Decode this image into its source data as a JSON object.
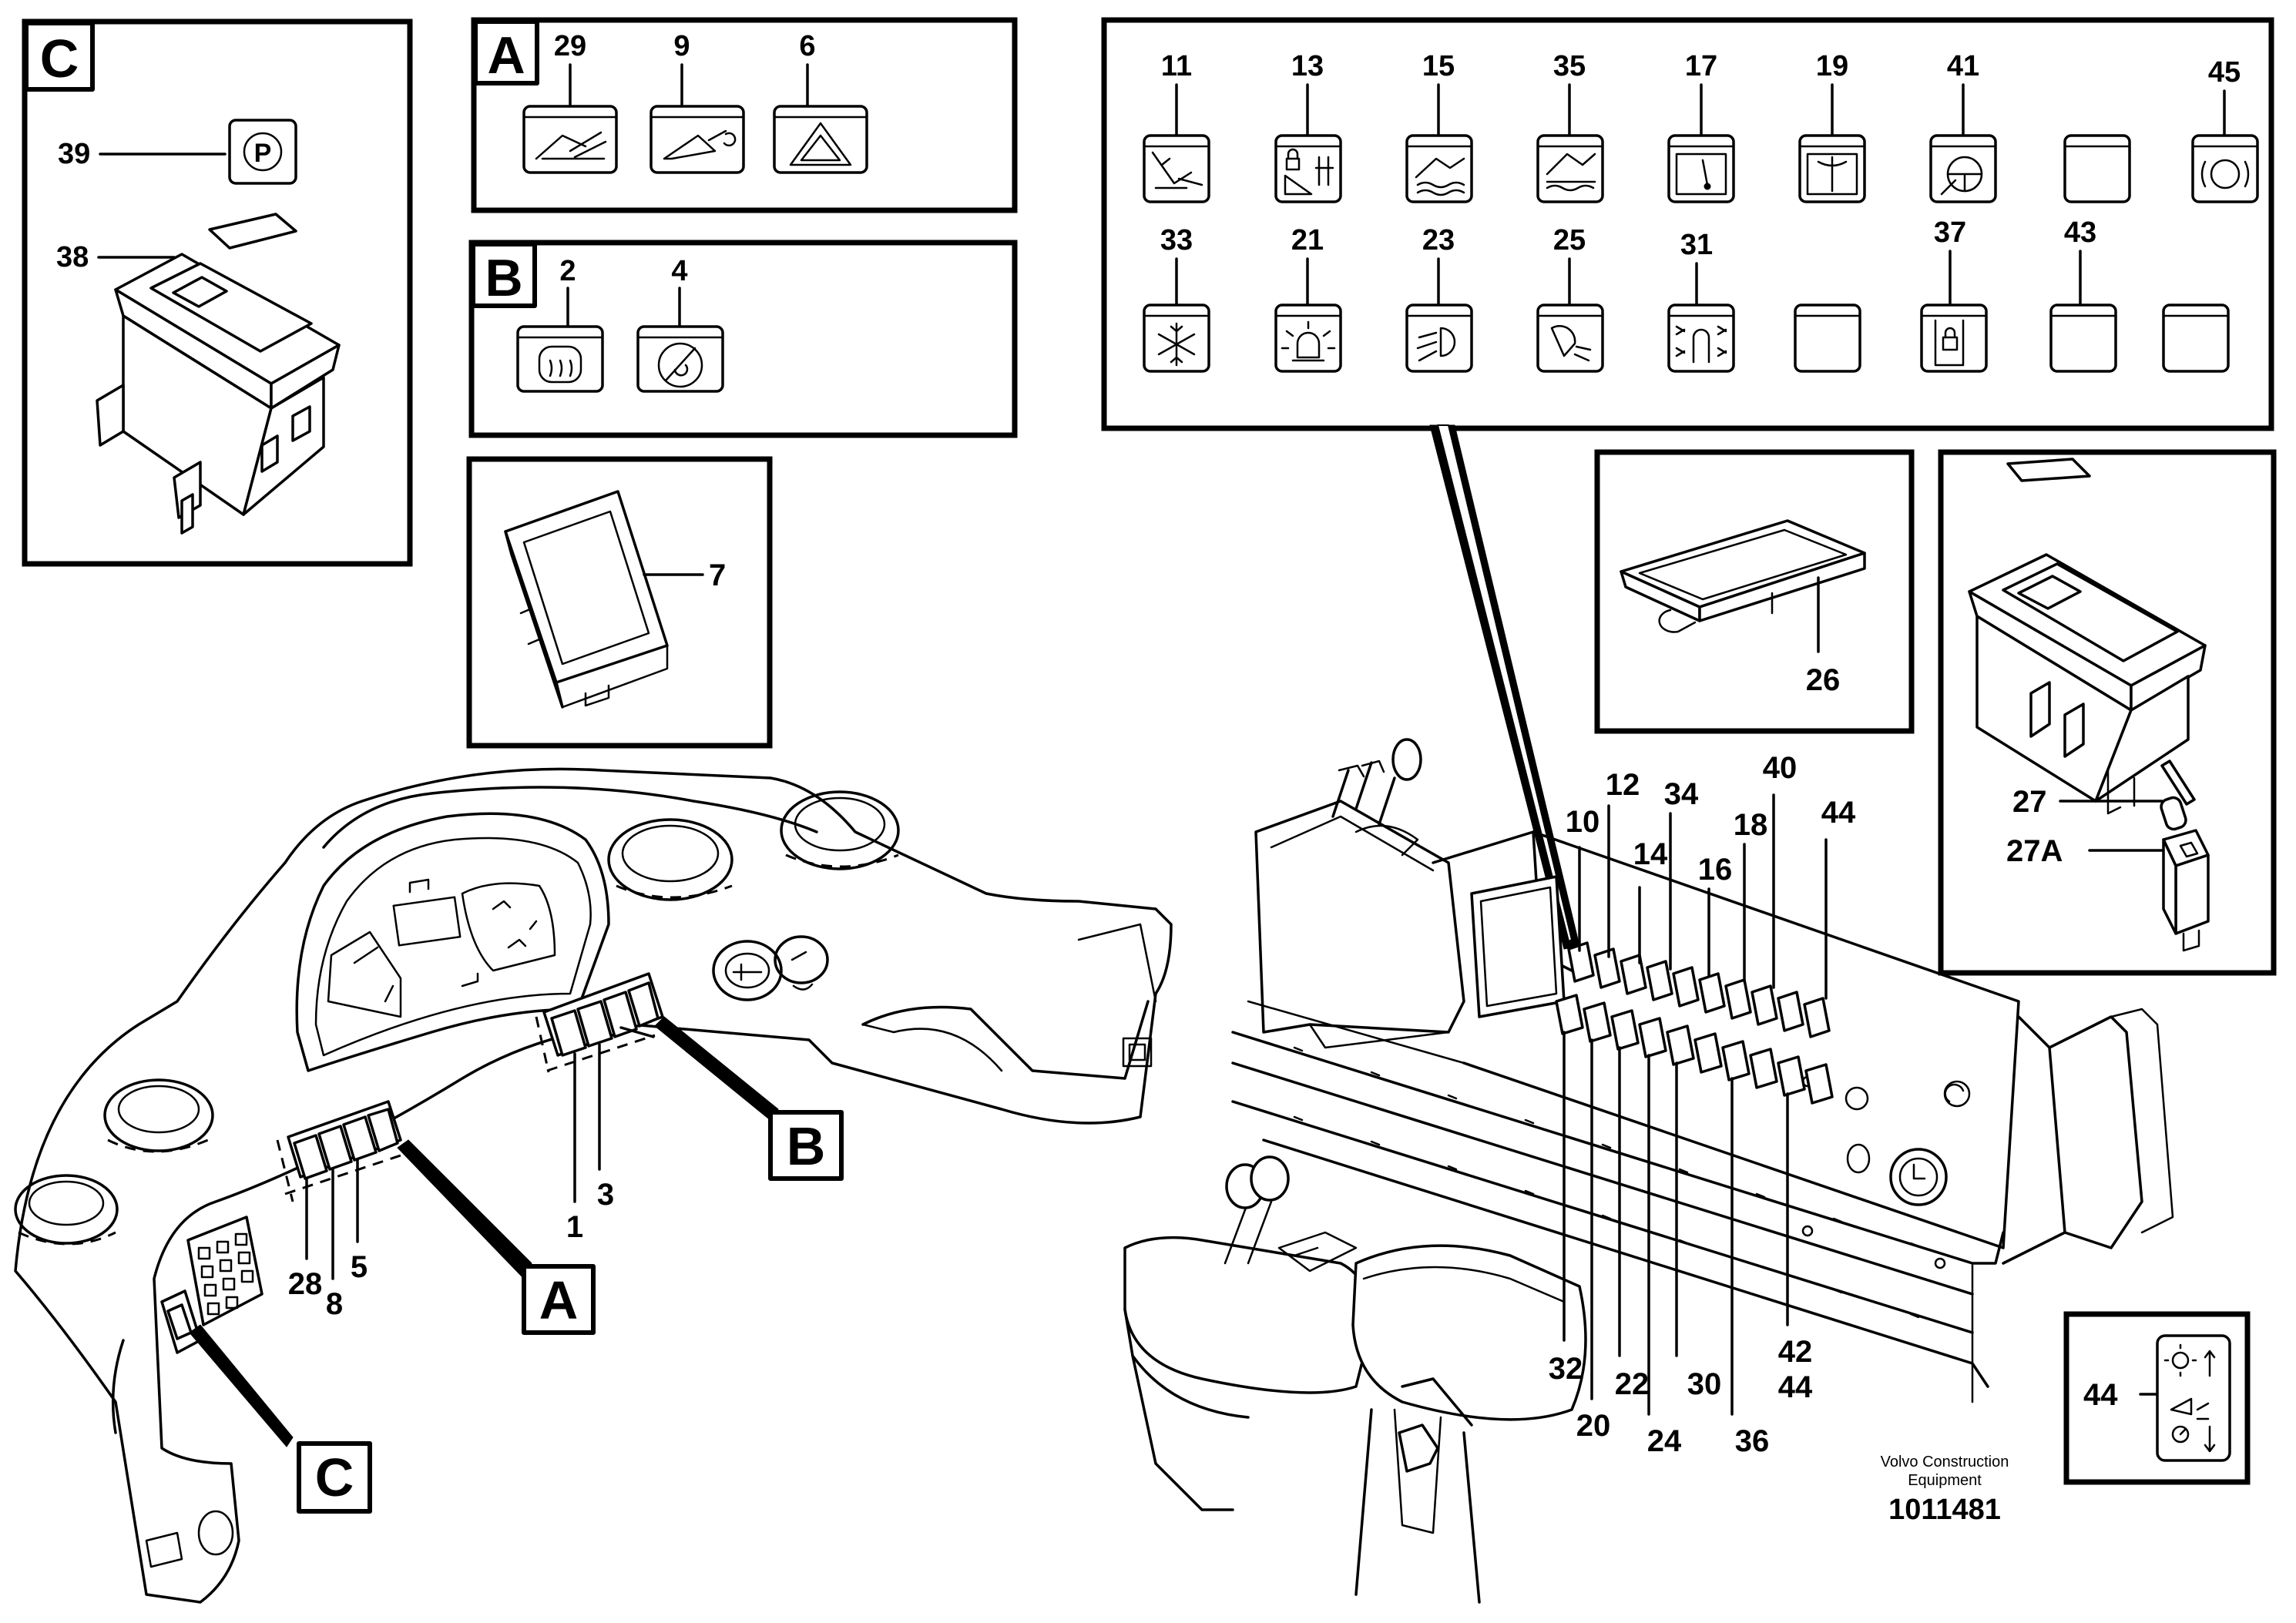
{
  "panels": {
    "A": {
      "letter": "A",
      "icons": [
        {
          "num": "29",
          "icon": "lift-arm-float-icon"
        },
        {
          "num": "9",
          "icon": "bucket-positioner-icon"
        },
        {
          "num": "6",
          "icon": "hazard-warning-icon"
        }
      ]
    },
    "B": {
      "letter": "B",
      "icons": [
        {
          "num": "2",
          "icon": "rear-window-heater-icon"
        },
        {
          "num": "4",
          "icon": "wiper-washer-icon"
        }
      ]
    },
    "C": {
      "letter": "C",
      "labels": [
        "39",
        "38"
      ],
      "icon": "parking-brake-icon",
      "icon_text": "P"
    },
    "D": {
      "label": "7"
    },
    "main": {
      "row1": [
        {
          "num": "11",
          "icon": "work-light-icon"
        },
        {
          "num": "13",
          "icon": "lock-gear-icon"
        },
        {
          "num": "15",
          "icon": "boom-suspension-icon"
        },
        {
          "num": "35",
          "icon": "boom-kick-out-icon"
        },
        {
          "num": "17",
          "icon": "gauge-icon"
        },
        {
          "num": "19",
          "icon": "rear-wiper-icon"
        },
        {
          "num": "41",
          "icon": "steering-wheel-icon"
        },
        {
          "num": "",
          "icon": "blank-switch-icon"
        },
        {
          "num": "45",
          "icon": "brake-circle-icon"
        }
      ],
      "row2": [
        {
          "num": "33",
          "icon": "air-conditioning-icon"
        },
        {
          "num": "21",
          "icon": "rotating-beacon-icon"
        },
        {
          "num": "23",
          "icon": "front-work-lamp-icon"
        },
        {
          "num": "25",
          "icon": "rear-work-lamp-icon"
        },
        {
          "num": "31",
          "icon": "cab-light-icon"
        },
        {
          "num": "",
          "icon": "blank-switch-icon"
        },
        {
          "num": "37",
          "icon": "lock-switch-icon"
        },
        {
          "num": "43",
          "icon": "blank-switch-icon"
        },
        {
          "num": "",
          "icon": "blank-switch-icon"
        }
      ]
    },
    "E": {
      "label": "26"
    },
    "F": {
      "labels": [
        "27",
        "27A"
      ]
    },
    "G": {
      "label": "44"
    }
  },
  "left_console_labels": [
    "28",
    "8",
    "5",
    "1",
    "3"
  ],
  "callout_letters": [
    "A",
    "B",
    "C"
  ],
  "right_console_top_labels": [
    "10",
    "12",
    "14",
    "34",
    "16",
    "18",
    "40",
    "44"
  ],
  "right_console_bottom_labels": [
    "32",
    "20",
    "22",
    "24",
    "30",
    "36",
    "42",
    "44"
  ],
  "footer": {
    "brand_line1": "Volvo Construction",
    "brand_line2": "Equipment",
    "ref": "1011481"
  }
}
